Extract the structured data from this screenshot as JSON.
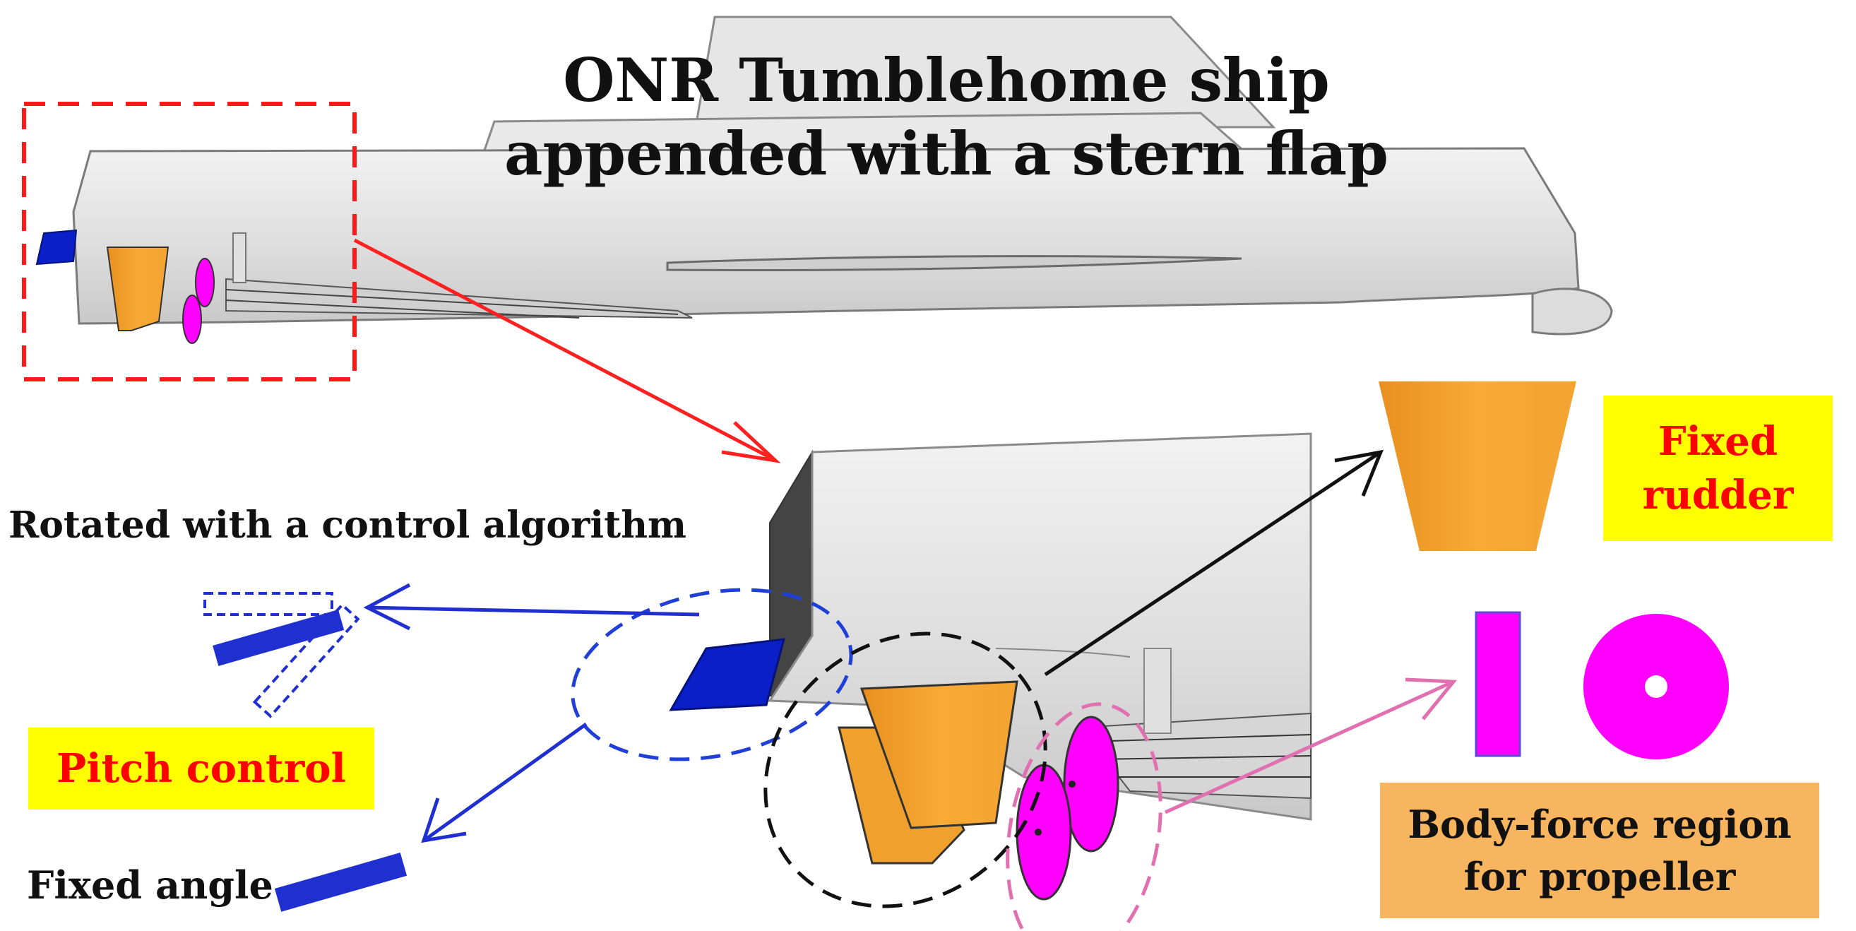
{
  "title": {
    "line1": "ONR Tumblehome ship",
    "line2": "appended with a stern flap"
  },
  "labels": {
    "rotated": "Rotated with a control algorithm",
    "pitch_control": "Pitch control",
    "fixed_angle": "Fixed angle",
    "fixed_rudder_line1": "Fixed",
    "fixed_rudder_line2": "rudder",
    "body_force_line1": "Body-force region",
    "body_force_line2": "for propeller"
  },
  "colors": {
    "hull": "#e4e4e4",
    "rudder": "#f2a22e",
    "propeller": "#ff00ff",
    "flap": "#0b1fc8",
    "highlight_box": "#ff0000",
    "label_yellow": "#ffff00",
    "label_orange": "#f7b560"
  }
}
